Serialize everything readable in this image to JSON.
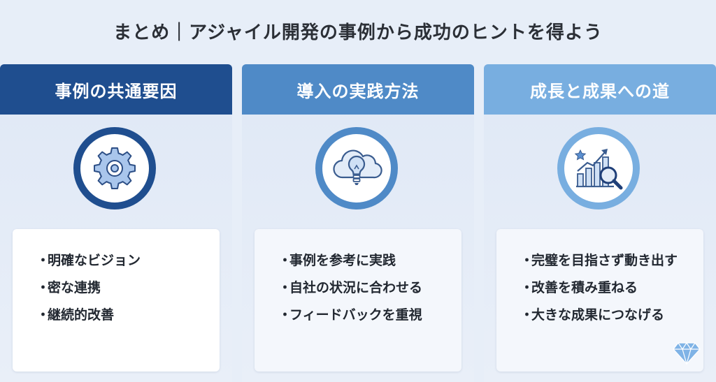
{
  "title": "まとめ｜アジャイル開発の事例から成功のヒントを得よう",
  "colors": {
    "col1_header": "#1f4e8f",
    "col2_header": "#4f8ac7",
    "col3_header": "#78aee0",
    "icon_blue": "#5b8fd0",
    "icon_dark": "#1f3f78"
  },
  "columns": [
    {
      "header": "事例の共通要因",
      "icon": "gear-icon",
      "bullet_mark": "・",
      "items": [
        "明確なビジョン",
        "密な連携",
        "継続的改善"
      ]
    },
    {
      "header": "導入の実践方法",
      "icon": "cloud-lightbulb-icon",
      "bullet_mark": "・",
      "items": [
        "事例を参考に実践",
        "自社の状況に合わせる",
        "フィードバックを重視"
      ]
    },
    {
      "header": "成長と成果への道",
      "icon": "growth-chart-magnifier-icon",
      "bullet_mark": "・",
      "items": [
        "完璧を目指さず動き出す",
        "改善を積み重ねる",
        "大きな成果につなげる"
      ]
    }
  ]
}
